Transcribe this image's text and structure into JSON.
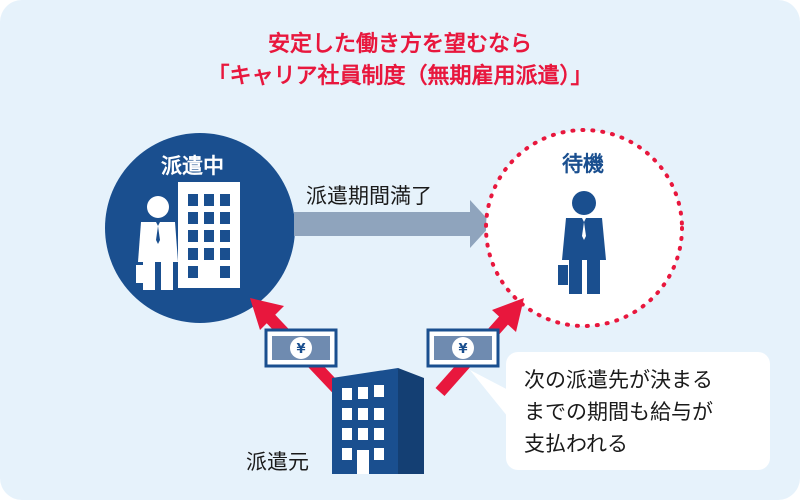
{
  "title": {
    "line1": "安定した働き方を望むなら",
    "line2": "「キャリア社員制度（無期雇用派遣）」"
  },
  "nodes": {
    "dispatching": "派遣中",
    "waiting": "待機",
    "agency": "派遣元"
  },
  "arrow_label": "派遣期間満了",
  "banknote_symbol": "¥",
  "bubble": {
    "line1": "次の派遣先が決まる",
    "line2": "までの期間も給与が",
    "line3": "支払われる"
  },
  "colors": {
    "navy": "#1a4f8f",
    "red": "#e8173d",
    "panel": "#e6f2fb",
    "gray_arrow": "#8fa4bd",
    "bill": "#6f8bb0"
  },
  "icons": [
    "businessman-icon",
    "office-building-icon",
    "banknote-icon",
    "red-arrow-icon"
  ]
}
